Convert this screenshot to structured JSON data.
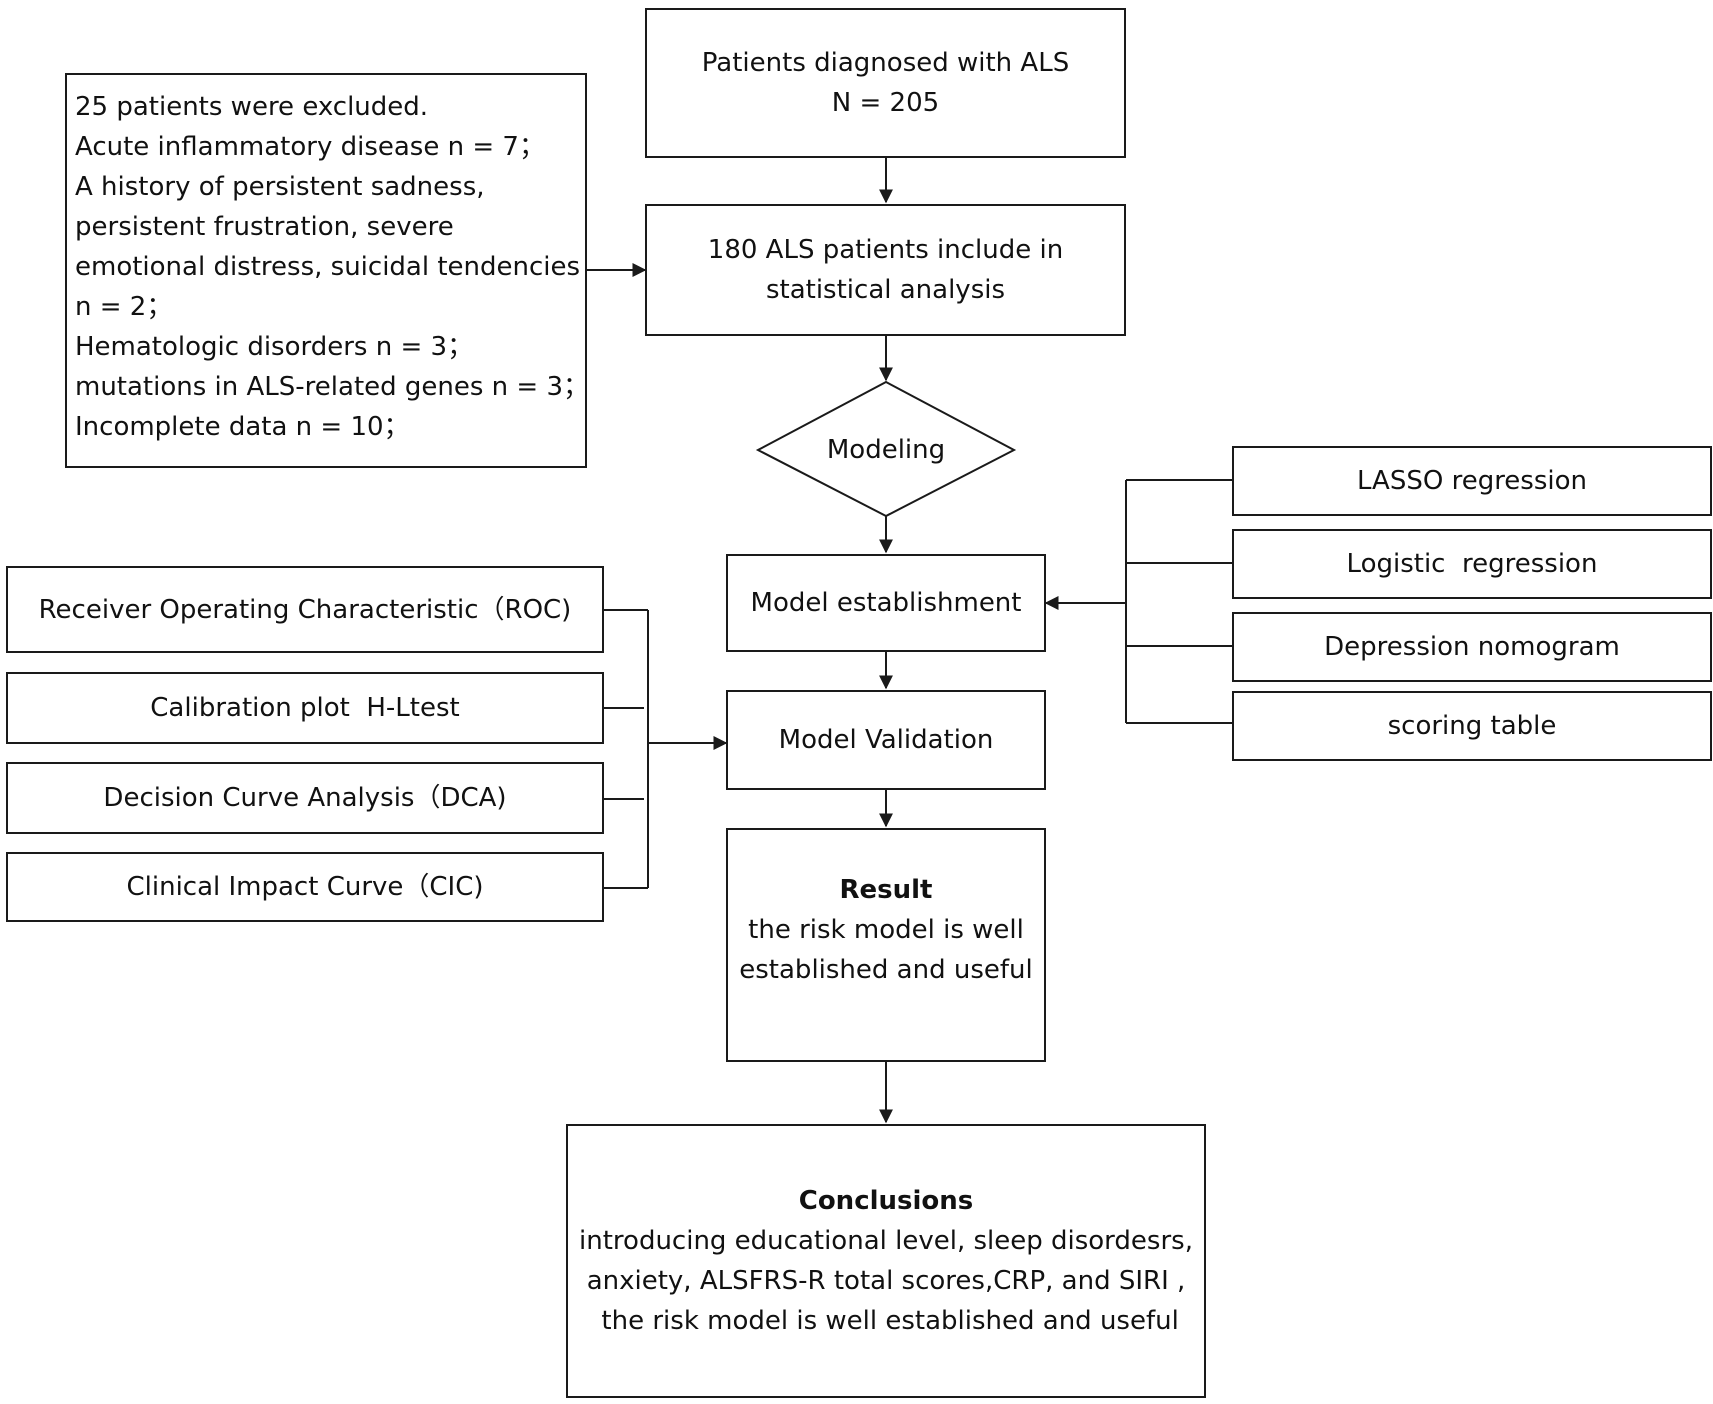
{
  "start": {
    "line1": "Patients diagnosed with ALS",
    "line2": "N = 205"
  },
  "exclusion": {
    "lines": [
      "25 patients were excluded.",
      "Acute inflammatory disease n = 7；",
      "A history of persistent sadness,",
      "persistent frustration, severe",
      "emotional distress, suicidal tendencies",
      "n = 2；",
      "Hematologic disorders n = 3；",
      "mutations in ALS-related genes n = 3；",
      "Incomplete data n = 10；"
    ]
  },
  "included": {
    "line1": "180 ALS patients include in",
    "line2": "statistical analysis"
  },
  "modeling": "Modeling",
  "establishment": "Model establishment",
  "methods": [
    "LASSO regression",
    "Logistic  regression",
    "Depression nomogram",
    "scoring table"
  ],
  "validation": "Model Validation",
  "validation_methods": [
    "Receiver Operating Characteristic（ROC)",
    "Calibration plot  H-Ltest",
    "Decision Curve Analysis（DCA)",
    "Clinical Impact Curve（CIC)"
  ],
  "result": {
    "title": "Result",
    "line1": "the risk model is well",
    "line2": "established and useful"
  },
  "conclusions": {
    "title": "Conclusions",
    "lines": [
      "introducing educational level, sleep disordesrs,",
      "anxiety, ALSFRS-R total scores,CRP, and SIRI ,",
      " the risk model is well established and useful"
    ]
  }
}
